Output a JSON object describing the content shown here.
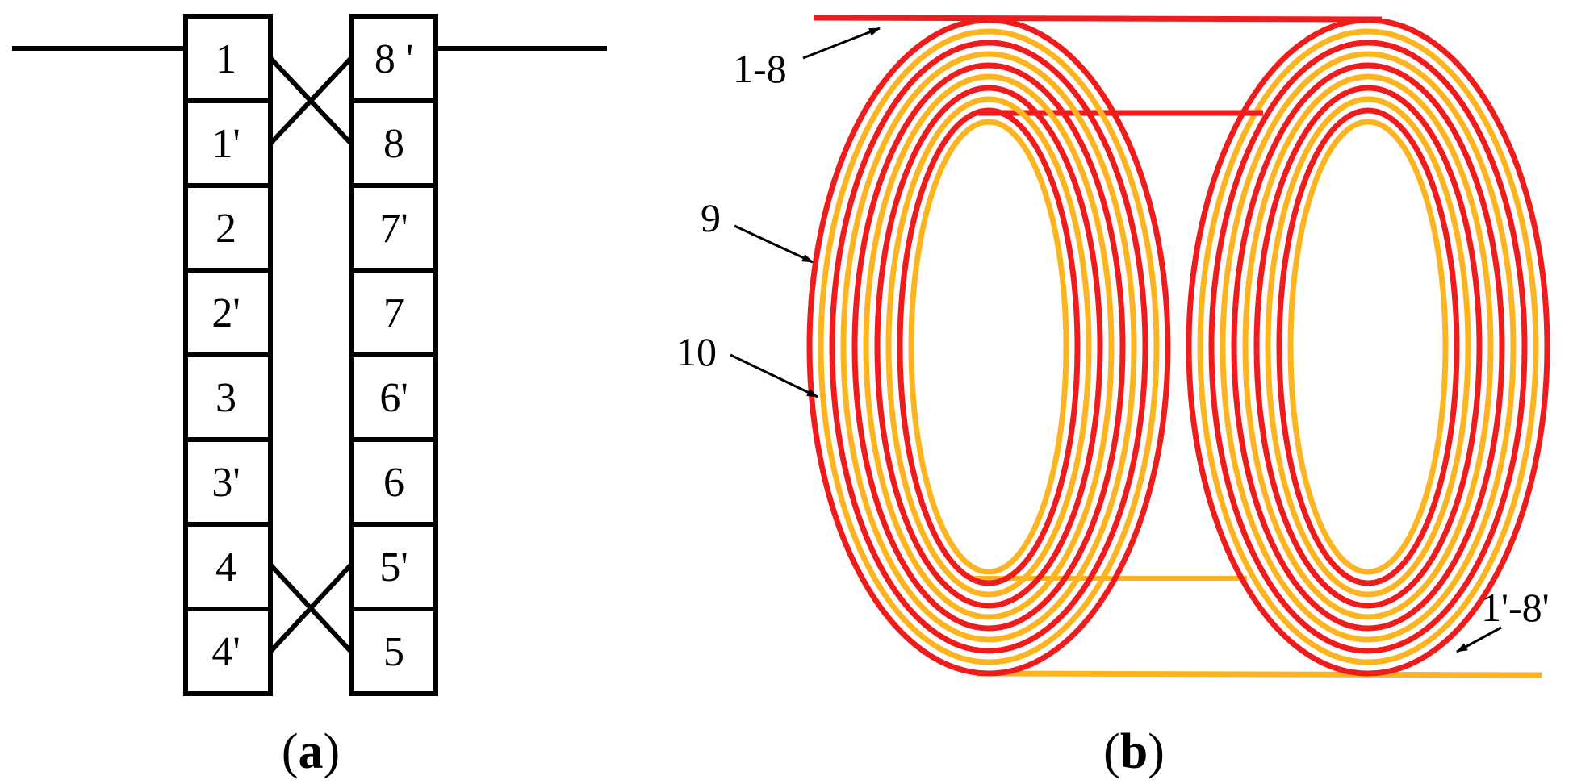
{
  "panel_a": {
    "left_column": [
      "1",
      "1'",
      "2",
      "2'",
      "3",
      "3'",
      "4",
      "4'"
    ],
    "right_column": [
      "8 '",
      "8",
      "7'",
      "7",
      "6'",
      "6",
      "5'",
      "5"
    ],
    "caption": {
      "open": "(",
      "letter": "a",
      "close": ")"
    }
  },
  "panel_b": {
    "labels": {
      "top_lead": "1-8",
      "outer_layer": "9",
      "inner_layer": "10",
      "bottom_lead": "1'-8'"
    },
    "caption": {
      "open": "(",
      "letter": "b",
      "close": ")"
    },
    "colors": {
      "red_conductor": "#ee1c1c",
      "yellow_conductor": "#fcb521",
      "line": "#000000"
    }
  }
}
